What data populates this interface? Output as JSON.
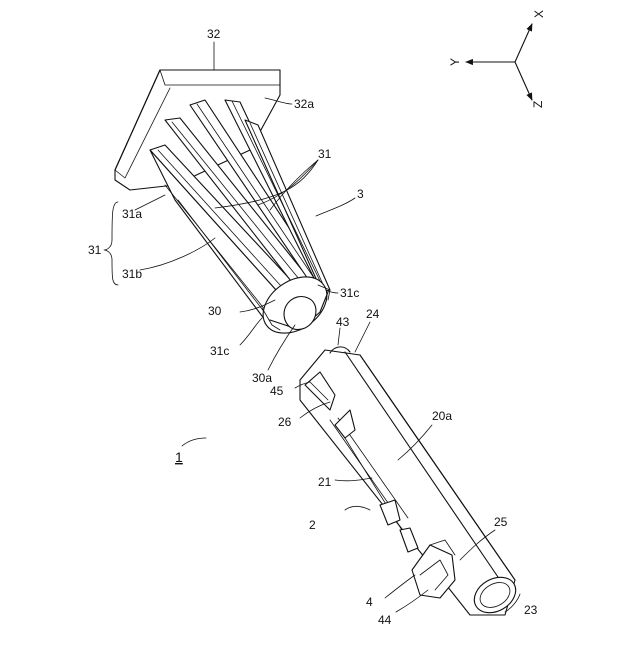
{
  "axes": {
    "x": "X",
    "y": "Y",
    "z": "Z"
  },
  "labels": {
    "l1": "1",
    "l2": "2",
    "l3": "3",
    "l4": "4",
    "l20a": "20a",
    "l21": "21",
    "l23": "23",
    "l24": "24",
    "l25": "25",
    "l26": "26",
    "l30": "30",
    "l30a": "30a",
    "l31_group": "31",
    "l31a": "31a",
    "l31b": "31b",
    "l31_top": "31",
    "l31c_right": "31c",
    "l31c_left": "31c",
    "l32": "32",
    "l32a": "32a",
    "l43": "43",
    "l44": "44",
    "l45": "45"
  }
}
